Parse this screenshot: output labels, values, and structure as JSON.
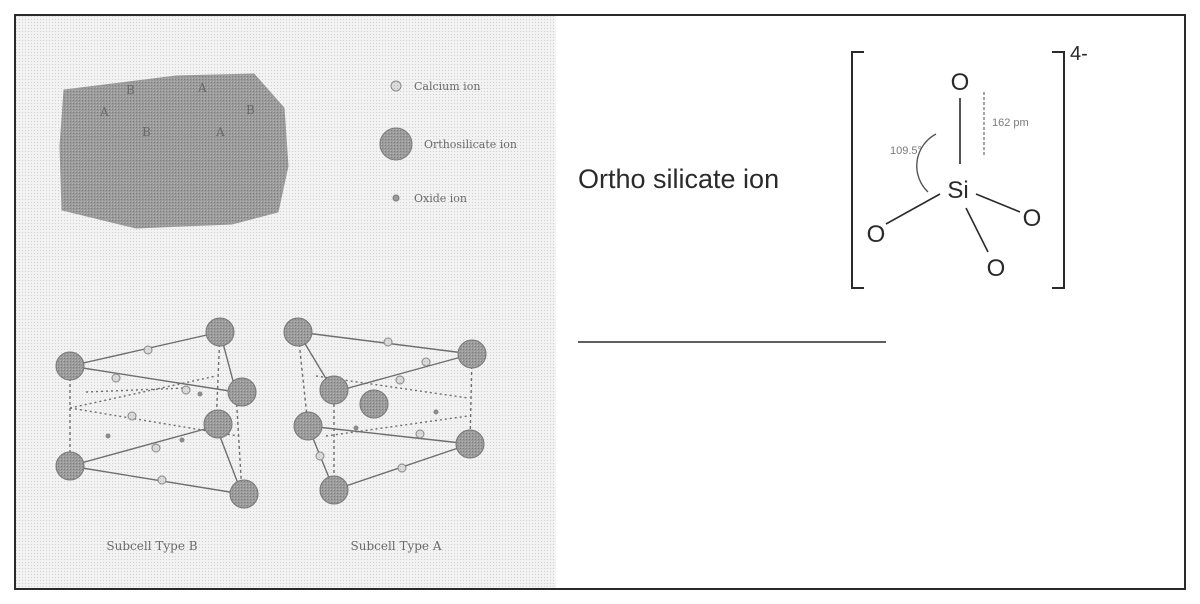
{
  "layer": {
    "letters": [
      "B",
      "A",
      "A",
      "B",
      "B",
      "A"
    ]
  },
  "legend": {
    "items": [
      {
        "label": "Calcium ion",
        "icon": "small-ion"
      },
      {
        "label": "Orthosilicate ion",
        "icon": "large-ion"
      },
      {
        "label": "Oxide ion",
        "icon": "tiny-ion"
      }
    ]
  },
  "subcells": {
    "b_label": "Subcell Type B",
    "a_label": "Subcell Type A"
  },
  "ortho": {
    "label": "Ortho silicate ion",
    "charge": "4-",
    "center_atom": "Si",
    "oxygen": "O",
    "angle": "109.5°",
    "bond_length": "162 pm"
  },
  "colors": {
    "large_ion": "#8a8a8a",
    "small_ion": "#c8c8c8",
    "panel_dither": "#ececec",
    "line": "#555555",
    "text": "#3a3a3a"
  }
}
